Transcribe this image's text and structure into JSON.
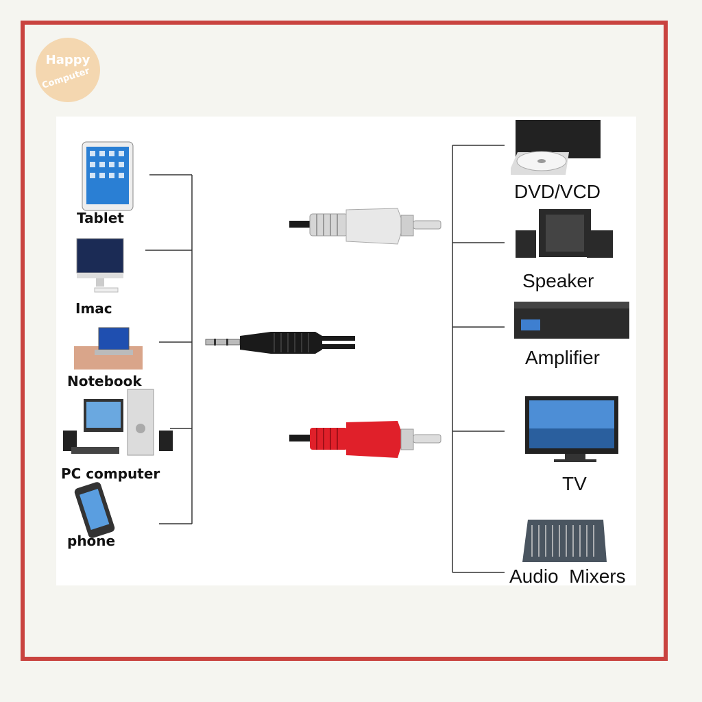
{
  "logo": {
    "line1": "Happy",
    "line2": "Computer"
  },
  "sources": [
    {
      "label": "Tablet",
      "icon": "tablet-icon"
    },
    {
      "label": "Imac",
      "icon": "imac-icon"
    },
    {
      "label": "Notebook",
      "icon": "notebook-icon"
    },
    {
      "label": "PC computer",
      "icon": "pc-computer-icon"
    },
    {
      "label": "phone",
      "icon": "phone-icon"
    }
  ],
  "destinations": [
    {
      "label": "DVD/VCD",
      "icon": "dvd-player-icon"
    },
    {
      "label": "Speaker",
      "icon": "speaker-icon"
    },
    {
      "label": "Amplifier",
      "icon": "amplifier-icon"
    },
    {
      "label": "TV",
      "icon": "tv-icon"
    },
    {
      "label": "Audio  Mixers",
      "icon": "audio-mixer-icon"
    }
  ],
  "colors": {
    "frame": "#c9433f",
    "logo": "#f4d7b0",
    "rca_white": "#e0e0e0",
    "rca_red": "#e0202a",
    "cable": "#1a1a1a"
  }
}
